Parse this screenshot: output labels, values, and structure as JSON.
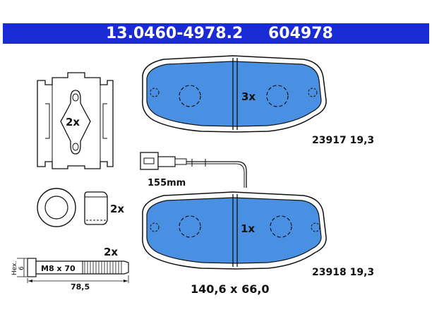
{
  "header": {
    "part_number": "13.0460-4978.2",
    "ref_number": "604978",
    "bar_color": "#1a2bd6"
  },
  "pads": {
    "fill_color": "#4a90e2",
    "top": {
      "quantity": "3x",
      "code": "23917 19,3"
    },
    "bottom": {
      "quantity": "1x",
      "code": "23918 19,3"
    }
  },
  "clip": {
    "quantity": "2x"
  },
  "sleeve": {
    "quantity": "2x"
  },
  "bolt": {
    "quantity": "2x",
    "hex_label": "Hex.",
    "hex_value": "6",
    "thread": "M8 x 70",
    "length": "78,5"
  },
  "wear_sensor": {
    "length": "155mm"
  },
  "dimensions": "140,6 x 66,0"
}
